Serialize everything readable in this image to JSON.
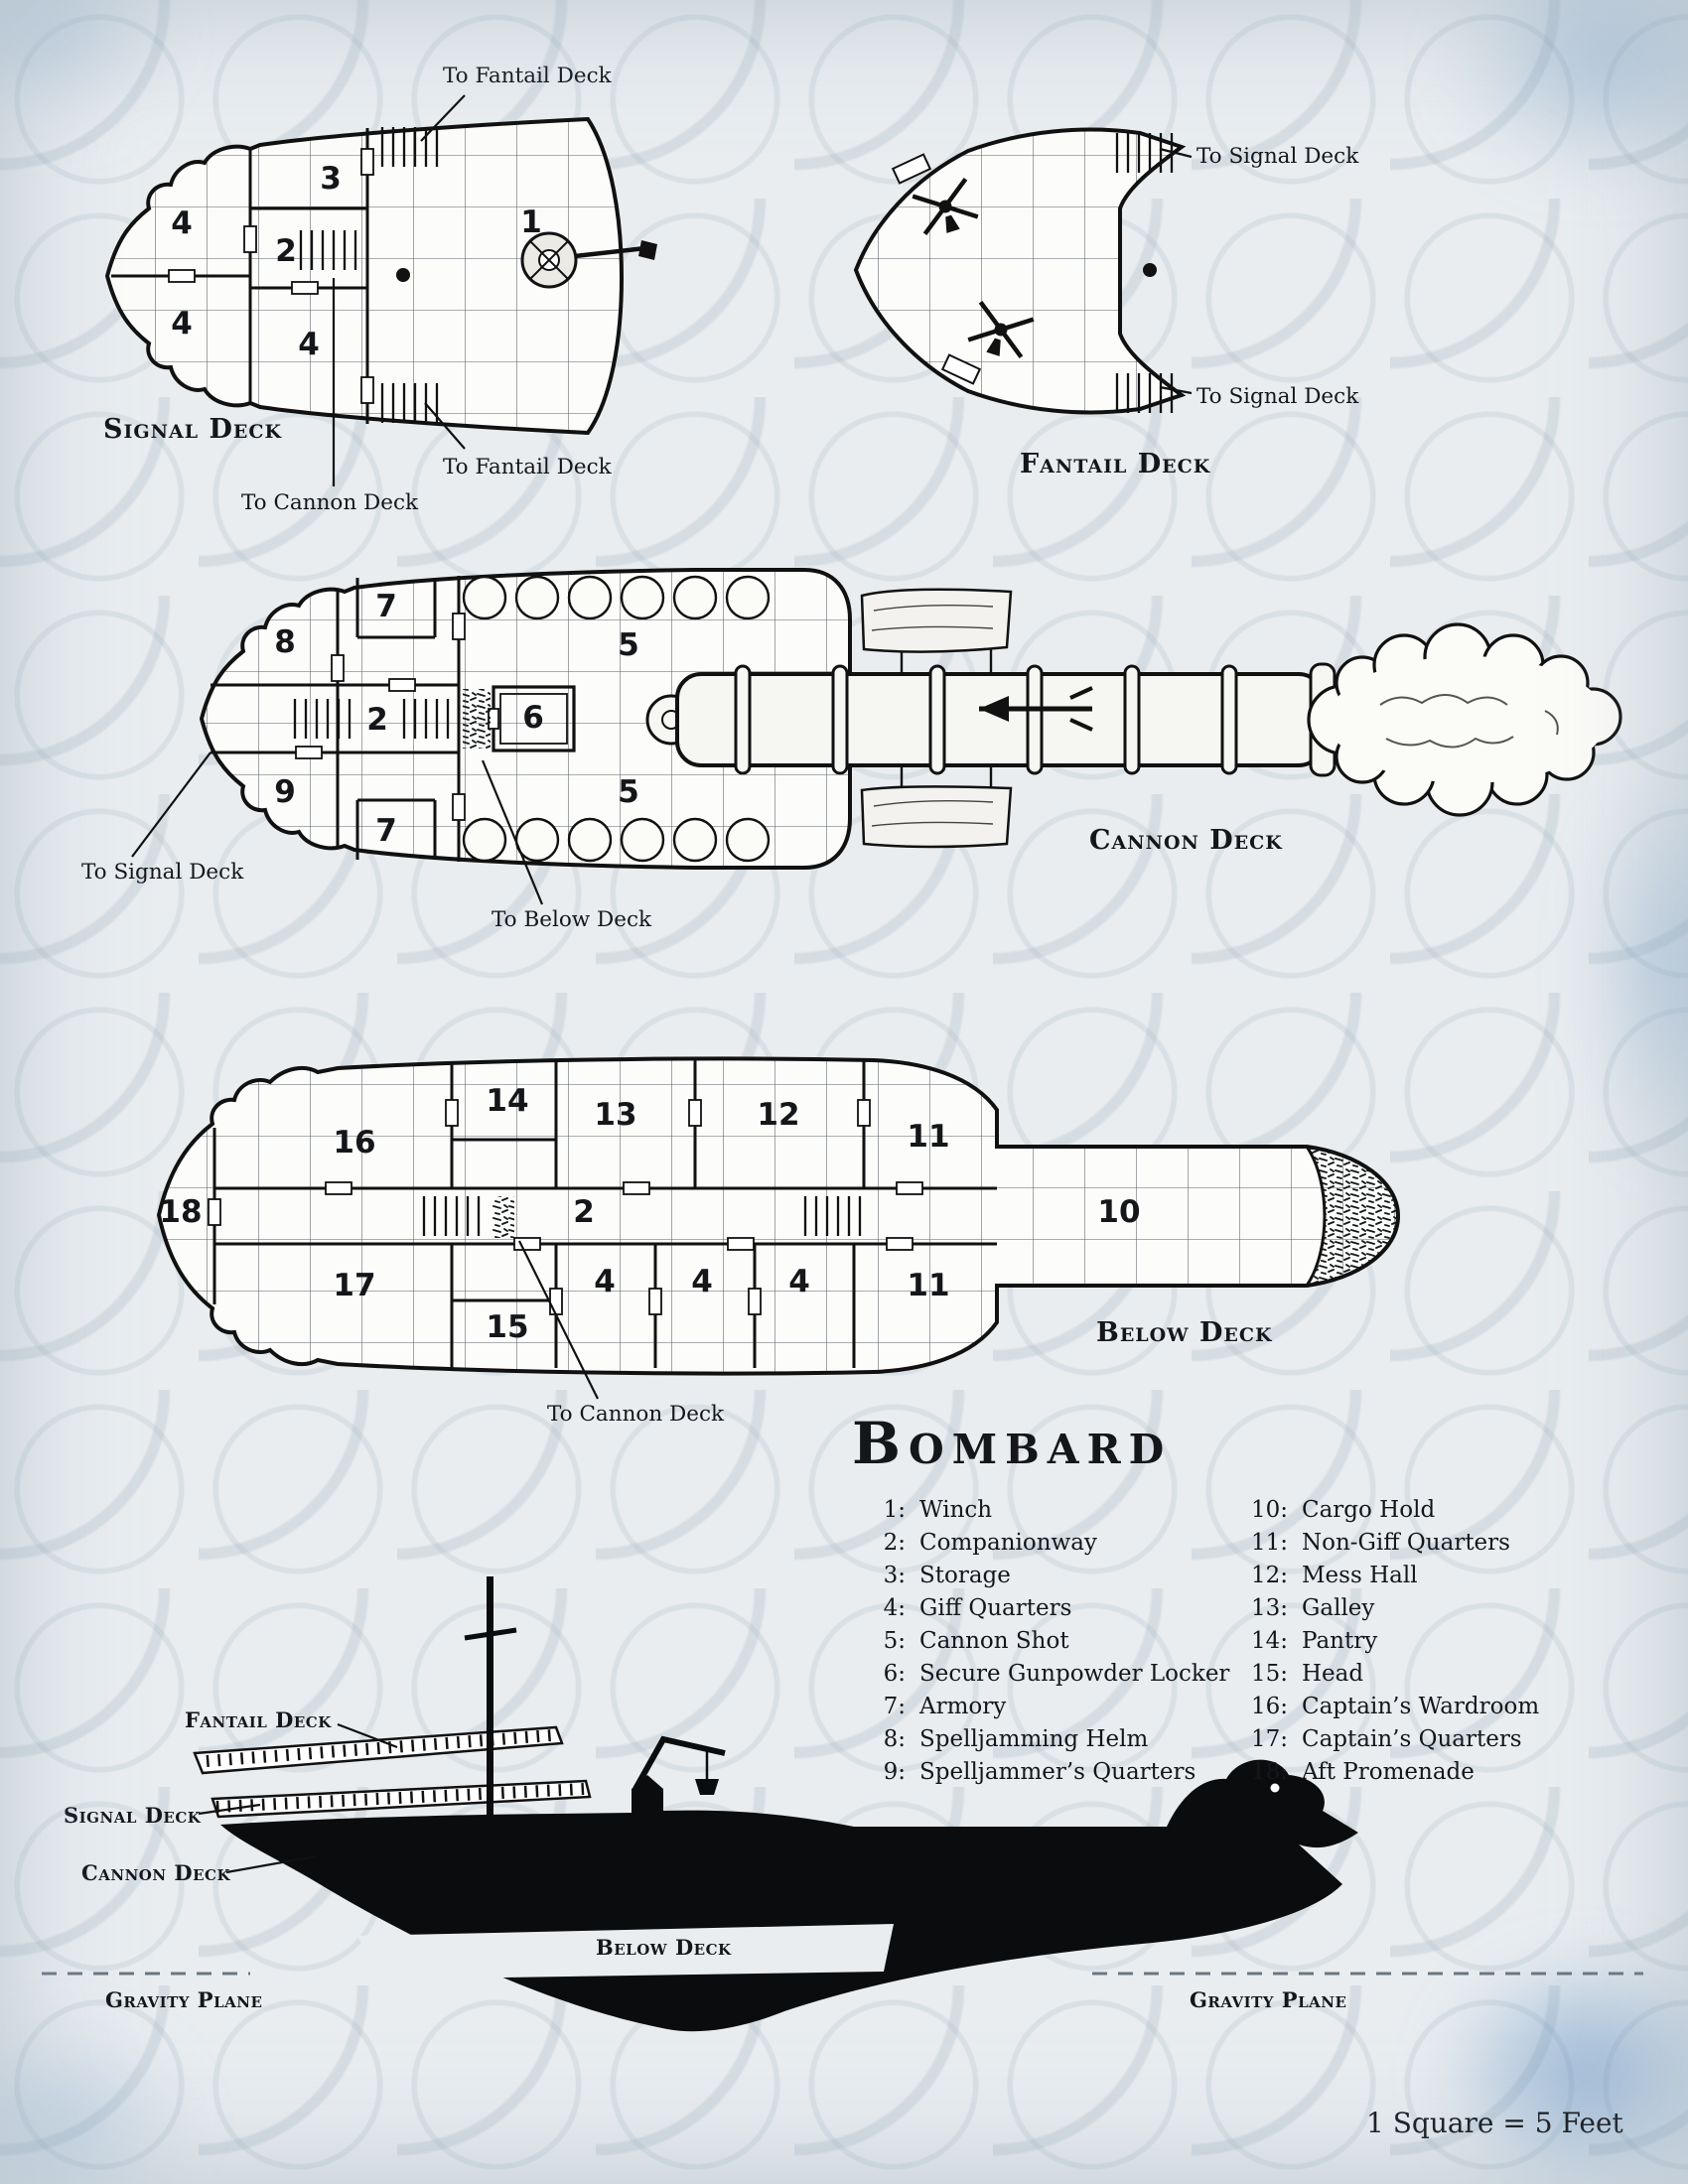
{
  "page": {
    "scale_note": "1 Square = 5 Feet"
  },
  "signal_deck": {
    "label": "Signal Deck",
    "to_fantail_top": "To Fantail Deck",
    "to_fantail_bottom": "To Fantail Deck",
    "to_cannon": "To Cannon Deck",
    "rooms": {
      "r1": "1",
      "r2": "2",
      "r3": "3",
      "r4a": "4",
      "r4b": "4",
      "r4c": "4"
    }
  },
  "fantail_deck": {
    "label": "Fantail Deck",
    "to_signal_top": "To Signal Deck",
    "to_signal_bottom": "To Signal Deck"
  },
  "cannon_deck": {
    "label": "Cannon Deck",
    "to_signal": "To Signal Deck",
    "to_below": "To Below Deck",
    "rooms": {
      "r2": "2",
      "r5a": "5",
      "r5b": "5",
      "r6": "6",
      "r7a": "7",
      "r7b": "7",
      "r8": "8",
      "r9": "9"
    }
  },
  "below_deck": {
    "label": "Below Deck",
    "to_cannon": "To Cannon Deck",
    "rooms": {
      "r2": "2",
      "r4a": "4",
      "r4b": "4",
      "r4c": "4",
      "r10": "10",
      "r11a": "11",
      "r11b": "11",
      "r12": "12",
      "r13": "13",
      "r14": "14",
      "r15": "15",
      "r16": "16",
      "r17": "17",
      "r18": "18"
    }
  },
  "legend": {
    "title": "Bombard",
    "entries_col1": [
      {
        "num": "1:",
        "label": "Winch"
      },
      {
        "num": "2:",
        "label": "Companionway"
      },
      {
        "num": "3:",
        "label": "Storage"
      },
      {
        "num": "4:",
        "label": "Giff Quarters"
      },
      {
        "num": "5:",
        "label": "Cannon Shot"
      },
      {
        "num": "6:",
        "label": "Secure Gunpowder Locker"
      },
      {
        "num": "7:",
        "label": "Armory"
      },
      {
        "num": "8:",
        "label": "Spelljamming Helm"
      },
      {
        "num": "9:",
        "label": "Spelljammer’s Quarters"
      }
    ],
    "entries_col2": [
      {
        "num": "10:",
        "label": "Cargo Hold"
      },
      {
        "num": "11:",
        "label": "Non-Giff Quarters"
      },
      {
        "num": "12:",
        "label": "Mess Hall"
      },
      {
        "num": "13:",
        "label": "Galley"
      },
      {
        "num": "14:",
        "label": "Pantry"
      },
      {
        "num": "15:",
        "label": "Head"
      },
      {
        "num": "16:",
        "label": "Captain’s Wardroom"
      },
      {
        "num": "17:",
        "label": "Captain’s Quarters"
      },
      {
        "num": "18:",
        "label": "Aft Promenade"
      }
    ]
  },
  "side_view": {
    "fantail_label": "Fantail Deck",
    "signal_label": "Signal Deck",
    "cannon_label": "Cannon Deck",
    "below_label": "Below Deck",
    "gravity_left": "Gravity Plane",
    "gravity_right": "Gravity Plane"
  }
}
